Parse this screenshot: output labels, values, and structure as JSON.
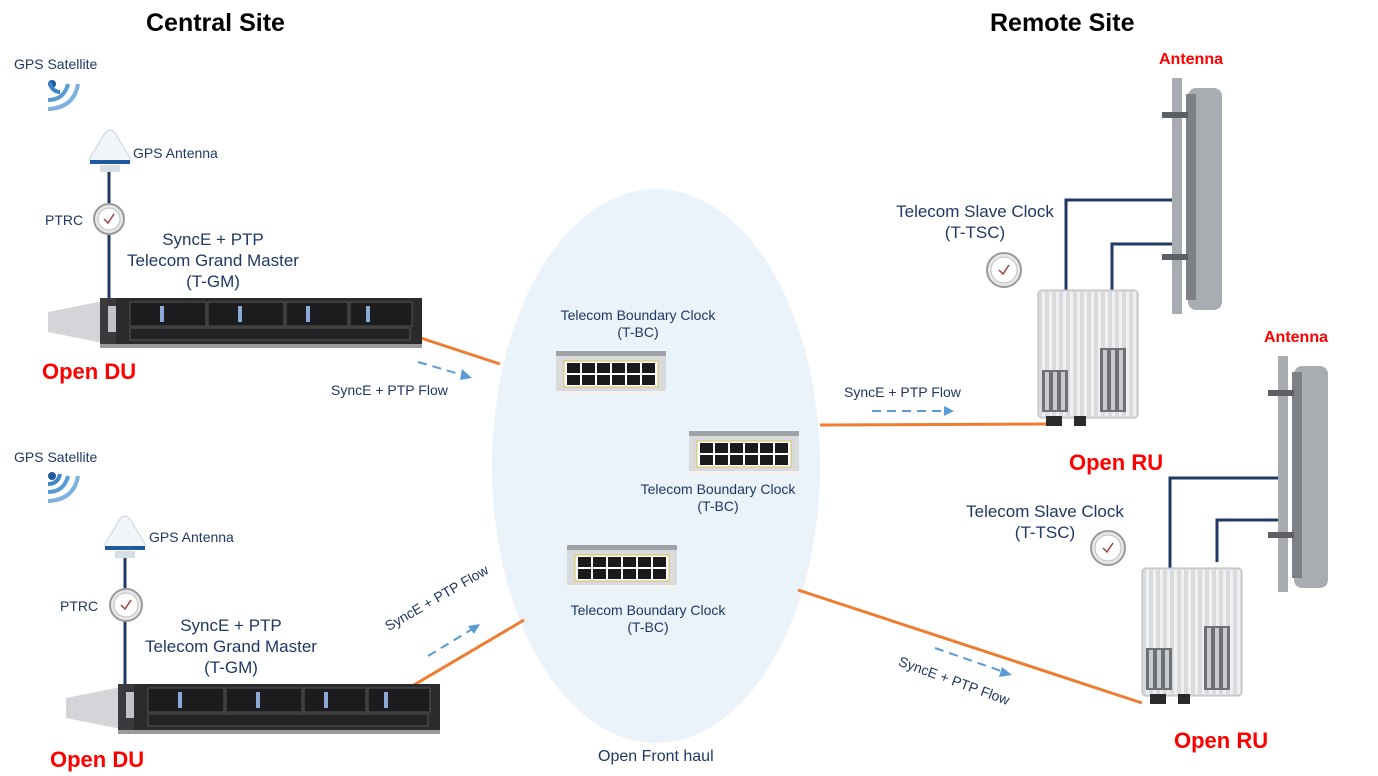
{
  "sites": {
    "central": "Central Site",
    "remote": "Remote Site"
  },
  "central_top": {
    "gps_satellite": "GPS Satellite",
    "gps_antenna": "GPS Antenna",
    "ptrc": "PTRC",
    "tgm_line1": "SyncE + PTP",
    "tgm_line2": "Telecom Grand Master",
    "tgm_line3": "(T-GM)",
    "device": "Open DU",
    "flow": "SyncE + PTP Flow"
  },
  "central_bottom": {
    "gps_satellite": "GPS Satellite",
    "gps_antenna": "GPS Antenna",
    "ptrc": "PTRC",
    "tgm_line1": "SyncE + PTP",
    "tgm_line2": "Telecom Grand Master",
    "tgm_line3": "(T-GM)",
    "device": "Open DU",
    "flow": "SyncE + PTP Flow"
  },
  "fronthaul": {
    "label": "Open Front haul",
    "boundary_clocks": [
      {
        "line1": "Telecom Boundary Clock",
        "line2": "(T-BC)"
      },
      {
        "line1": "Telecom Boundary Clock",
        "line2": "(T-BC)"
      },
      {
        "line1": "Telecom Boundary Clock",
        "line2": "(T-BC)"
      }
    ]
  },
  "remote_top": {
    "antenna": "Antenna",
    "tsc_line1": "Telecom Slave Clock",
    "tsc_line2": "(T-TSC)",
    "device": "Open RU",
    "flow": "SyncE + PTP Flow"
  },
  "remote_bottom": {
    "antenna": "Antenna",
    "tsc_line1": "Telecom Slave Clock",
    "tsc_line2": "(T-TSC)",
    "device": "Open RU",
    "flow": "SyncE + PTP Flow"
  },
  "colors": {
    "link": "#ed7d31",
    "flow_arrow": "#5b9bd5",
    "cable": "#1f3864",
    "label_text": "#1f3864",
    "device_label": "#ff0000",
    "fronthaul_fill": "#eaf2fa"
  }
}
